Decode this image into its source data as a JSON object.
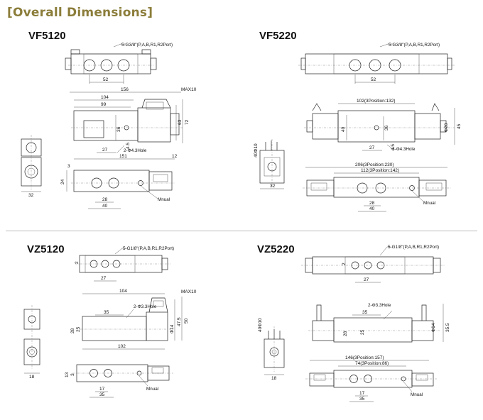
{
  "header": {
    "title": "[Overall Dimensions]",
    "accent": "#8b7d3a"
  },
  "sections": {
    "vf5120": {
      "name": "VF5120",
      "port_note": "5-G3/8\"(P,A,B,R1,R2Port)",
      "dims": {
        "top_52": "52",
        "w156": "156",
        "maxh": "MAX10",
        "w104": "104",
        "w99": "99",
        "h72": "72",
        "h63": "63",
        "h36": "36",
        "h4_5": "4.5",
        "w27": "27",
        "hole": "2-Φ4.3Hole",
        "w151": "151",
        "h12": "12",
        "end_32": "32",
        "side_24": "24",
        "side_3": "3",
        "bot_28": "28",
        "bot_40": "40",
        "mnual": "Mnual"
      }
    },
    "vf5220": {
      "name": "VF5220",
      "port_note": "5-G3/8\"(P,A,B,R1,R2Port)",
      "dims": {
        "top_52": "52",
        "w102": "102(3Position:132)",
        "h40": "40",
        "h36": "36",
        "h45": "45",
        "d20": "Φ20",
        "w27": "27",
        "h4_5": "4.5",
        "hole": "3-Φ4.3Hole",
        "end_32": "32",
        "end_h": "40Φ10",
        "w206": "206(3Position:230)",
        "w112": "112(3Position:142)",
        "bot_28": "28",
        "bot_40": "40",
        "mnual": "Mnual"
      }
    },
    "vz5120": {
      "name": "VZ5120",
      "port_note": "5-G1/8\"(P,A,B,R1,R2Port)",
      "dims": {
        "top_2": "2",
        "top_27": "27",
        "w104": "104",
        "maxh": "MAX10",
        "w35": "35",
        "hole": "2-Φ3.3Hole",
        "h28": "28",
        "h25": "25",
        "h47_5": "47.5",
        "h50": "50",
        "d14": "Φ14",
        "w102": "102",
        "end_18": "18",
        "side_13": "13",
        "side_3": "3",
        "bot_17": "17",
        "bot_35": "35",
        "mnual": "Mnual"
      }
    },
    "vz5220": {
      "name": "VZ5220",
      "port_note": "5-G1/8\"(P,A,B,R1,R2Port)",
      "dims": {
        "top_2": "2",
        "top_27": "27",
        "w35": "35",
        "hole": "2-Φ3.3Hole",
        "h28": "28",
        "h25": "25",
        "h35_5": "35.5",
        "d14": "Φ14",
        "end_h": "40Φ10",
        "end_18": "18",
        "w146": "146(3Position:157)",
        "w74": "74(3Position:86)",
        "bot_17": "17",
        "bot_35": "35",
        "mnual": "Mnual"
      }
    }
  }
}
